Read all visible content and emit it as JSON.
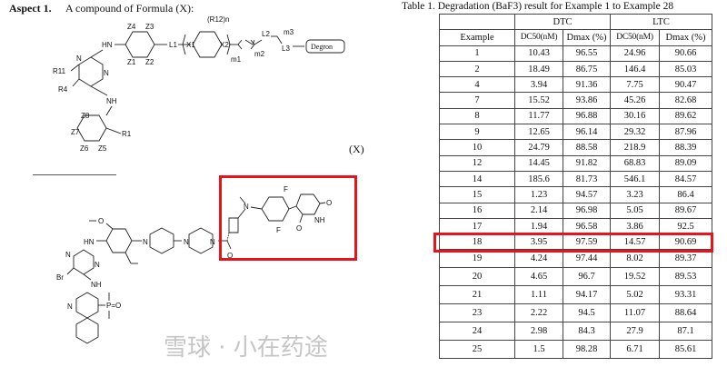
{
  "aspect": {
    "label": "Aspect 1.",
    "description": "A compound of Formula (X):",
    "formula_tag": "(X)"
  },
  "formula_labels": {
    "hn_top": "HN",
    "n1": "N",
    "n3": "N",
    "r11": "R11",
    "r4": "R4",
    "nh": "NH",
    "z1": "Z1",
    "z2": "Z2",
    "z3": "Z3",
    "z4": "Z4",
    "z5": "Z5",
    "z6": "Z6",
    "z7": "Z7",
    "z8": "Z8",
    "r1": "R1",
    "l1": "L1",
    "x1": "X1",
    "x2": "X2",
    "r12n": "(R12)n",
    "m1": "m1",
    "m2": "m2",
    "l2": "L2",
    "m3": "m3",
    "l3": "L3",
    "degron": "Degron"
  },
  "compound_labels": {
    "methoxy_o": "O",
    "hn": "HN",
    "n_a": "N",
    "n_b": "N",
    "br": "Br",
    "nh": "NH",
    "quin_n": "N",
    "p_o": "P=O",
    "pip_n1": "N",
    "pip_n2": "N",
    "pip_n3": "N",
    "carbonyl_o": "O",
    "amine_n": "N",
    "f_top": "F",
    "f_bottom": "F",
    "imide_o1": "O",
    "imide_nh": "NH",
    "imide_o2": "O"
  },
  "table": {
    "caption": "Table 1. Degradation (BaF3) result for Example 1 to Example 28",
    "group_headers": [
      "DTC",
      "LTC"
    ],
    "columns": [
      "Example",
      "DC50(nM)",
      "Dmax (%)",
      "DC50(nM)",
      "Dmax (%)"
    ],
    "rows": [
      [
        "1",
        "10.43",
        "96.55",
        "24.96",
        "90.66"
      ],
      [
        "2",
        "18.49",
        "86.75",
        "146.4",
        "85.03"
      ],
      [
        "4",
        "3.94",
        "91.36",
        "7.75",
        "90.47"
      ],
      [
        "7",
        "15.52",
        "93.86",
        "45.26",
        "82.68"
      ],
      [
        "8",
        "11.77",
        "96.88",
        "30.16",
        "89.62"
      ],
      [
        "9",
        "12.65",
        "96.14",
        "29.32",
        "87.96"
      ],
      [
        "10",
        "24.79",
        "88.58",
        "218.9",
        "88.39"
      ],
      [
        "12",
        "14.45",
        "91.82",
        "68.83",
        "89.09"
      ],
      [
        "14",
        "185.6",
        "81.73",
        "546.1",
        "84.57"
      ],
      [
        "15",
        "1.23",
        "94.57",
        "3.23",
        "86.4"
      ],
      [
        "16",
        "2.14",
        "96.98",
        "5.05",
        "89.67"
      ],
      [
        "17",
        "1.94",
        "96.58",
        "3.86",
        "92.5"
      ],
      [
        "18",
        "3.95",
        "97.59",
        "14.57",
        "90.69"
      ],
      [
        "19",
        "4.24",
        "97.44",
        "8.02",
        "89.37"
      ],
      [
        "20",
        "4.65",
        "96.7",
        "19.52",
        "89.53"
      ],
      [
        "21",
        "1.11",
        "94.17",
        "5.02",
        "93.31"
      ],
      [
        "23",
        "2.22",
        "94.5",
        "11.07",
        "88.64"
      ],
      [
        "24",
        "2.98",
        "84.3",
        "27.9",
        "87.1"
      ],
      [
        "25",
        "1.5",
        "98.28",
        "6.71",
        "85.61"
      ]
    ],
    "highlighted_example": "18"
  },
  "highlight_color": "#e8141c",
  "watermark": "雪球 · 小在药途"
}
